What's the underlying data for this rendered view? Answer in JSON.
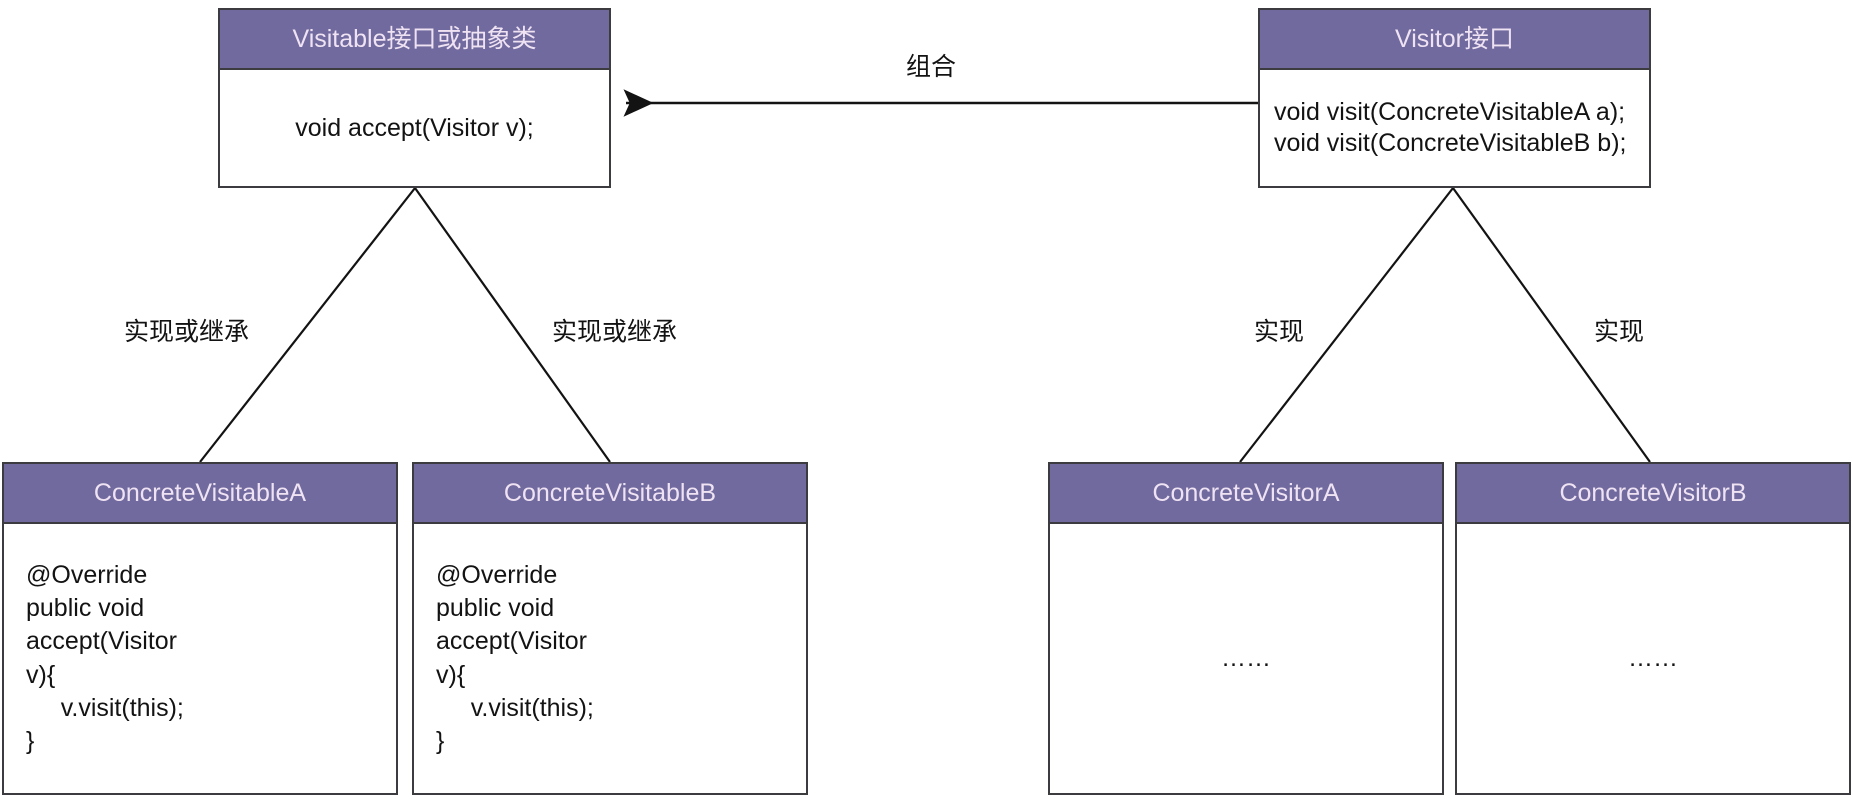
{
  "diagram": {
    "title": "Visitor Pattern UML Class Diagram",
    "background_color": "#ffffff",
    "header_color": "#706A9E",
    "header_text_color": "#EFE3F3",
    "border_color": "#3b3b40",
    "line_color": "#131313"
  },
  "classes": {
    "visitable": {
      "name": "Visitable接口或抽象类",
      "operations": [
        "void accept(Visitor v);"
      ]
    },
    "visitor": {
      "name": "Visitor接口",
      "operations": [
        "void visit(ConcreteVisitableA a);",
        "void visit(ConcreteVisitableB b);"
      ]
    },
    "concrete_visitable_a": {
      "name": "ConcreteVisitableA",
      "code": [
        "@Override",
        "public void",
        "accept(Visitor",
        "v){",
        "     v.visit(this);",
        "}"
      ]
    },
    "concrete_visitable_b": {
      "name": "ConcreteVisitableB",
      "code": [
        "@Override",
        "public void",
        "accept(Visitor",
        "v){",
        "     v.visit(this);",
        "}"
      ]
    },
    "concrete_visitor_a": {
      "name": "ConcreteVisitorA",
      "body": "……"
    },
    "concrete_visitor_b": {
      "name": "ConcreteVisitorB",
      "body": "……"
    }
  },
  "edges": {
    "composition": "组合",
    "visitable_a_label": "实现或继承",
    "visitable_b_label": "实现或继承",
    "visitor_a_label": "实现",
    "visitor_b_label": "实现"
  }
}
